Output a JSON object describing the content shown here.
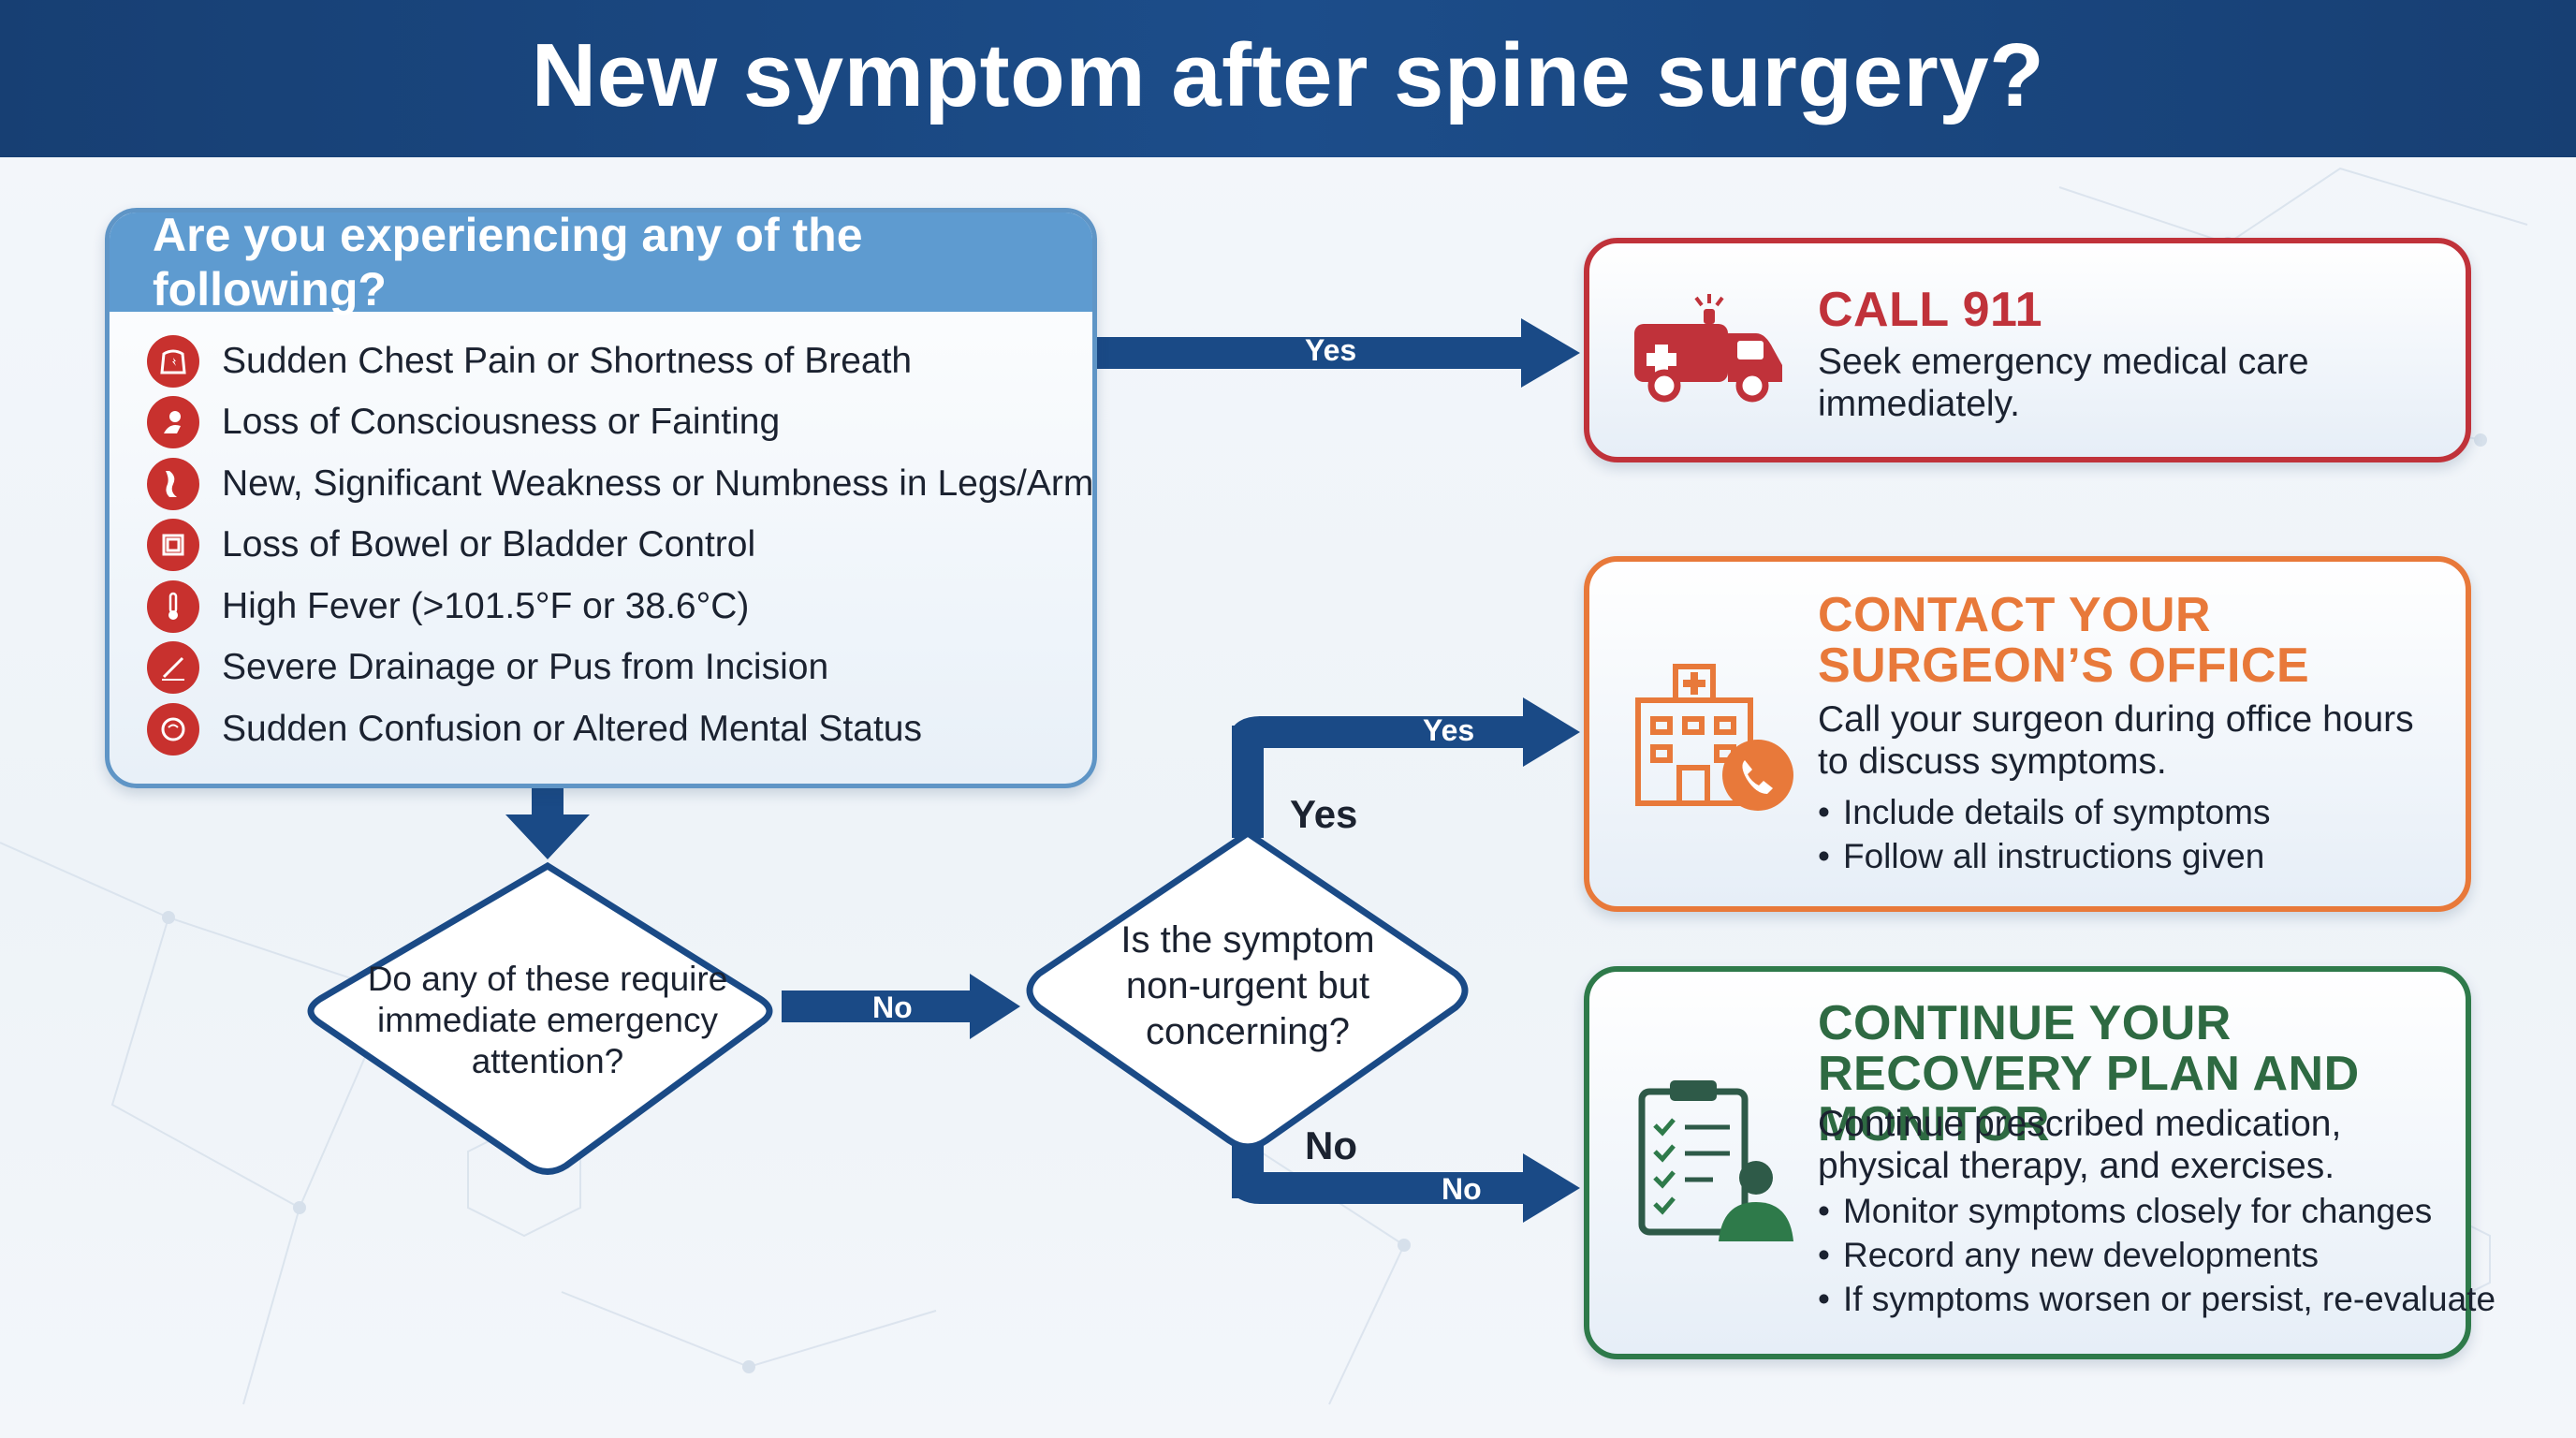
{
  "header": {
    "title": "New symptom after spine surgery?"
  },
  "question_box": {
    "title": "Are you experiencing any of the following?",
    "items": [
      {
        "icon": "chest-pain-icon",
        "label": "Sudden Chest Pain or Shortness of Breath"
      },
      {
        "icon": "fainting-icon",
        "label": "Loss of Consciousness or Fainting"
      },
      {
        "icon": "leg-weakness-icon",
        "label": "New, Significant Weakness or Numbness in Legs/Arms"
      },
      {
        "icon": "intestine-icon",
        "label": "Loss of Bowel or Bladder Control"
      },
      {
        "icon": "thermometer-icon",
        "label": "High Fever (>101.5°F or 38.6°C)"
      },
      {
        "icon": "incision-icon",
        "label": "Severe Drainage or Pus from Incision"
      },
      {
        "icon": "confusion-head-icon",
        "label": "Sudden Confusion or Altered Mental Status"
      }
    ]
  },
  "decision_1": {
    "text": "Do any of these require immediate emergency attention?"
  },
  "decision_2": {
    "text": "Is the symptom non-urgent but concerning?"
  },
  "flow_labels": {
    "yes_top": "Yes",
    "no_mid": "No",
    "yes_upper": "Yes",
    "yes_upper_dark": "Yes",
    "no_lower_dark": "No",
    "no_lower": "No"
  },
  "actions": {
    "call_911": {
      "title": "CALL 911",
      "text": "Seek emergency medical care immediately.",
      "icon": "ambulance-icon",
      "color": "#c0323a"
    },
    "contact_surgeon": {
      "title": "CONTACT YOUR SURGEON’S OFFICE",
      "text": "Call your surgeon during office hours to discuss symptoms.",
      "bullets": [
        "Include details of symptoms",
        "Follow all instructions given"
      ],
      "icon": "hospital-phone-icon",
      "color": "#e8793a"
    },
    "continue_recovery": {
      "title": "CONTINUE YOUR RECOVERY PLAN AND MONITOR",
      "text": "Continue prescribed medication, physical therapy, and exercises.",
      "bullets": [
        "Monitor symptoms closely for changes",
        "Record any new developments",
        "If symptoms worsen or persist, re-evaluate"
      ],
      "icon": "clipboard-person-icon",
      "color": "#2e7a4a"
    }
  },
  "colors": {
    "header": "#1c4d8a",
    "arrow": "#1a4a86",
    "question_head": "#5e9bd0",
    "icon_red": "#c8312e"
  }
}
